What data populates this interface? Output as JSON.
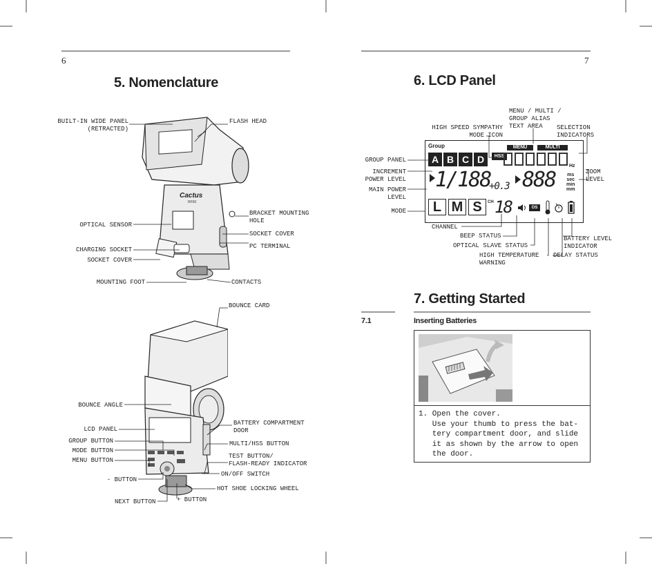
{
  "left_page": {
    "page_number": "6",
    "section_title": "5.  Nomenclature",
    "figure1_labels": {
      "built_in_wide_panel": "BUILT-IN WIDE PANEL\n(RETRACTED)",
      "flash_head": "FLASH HEAD",
      "optical_sensor": "OPTICAL SENSOR",
      "bracket_mounting_hole": "BRACKET MOUNTING\nHOLE",
      "socket_cover_right": "SOCKET COVER",
      "charging_socket": "CHARGING SOCKET",
      "pc_terminal": "PC TERMINAL",
      "socket_cover_left": "SOCKET COVER",
      "mounting_foot": "MOUNTING FOOT",
      "contacts": "CONTACTS"
    },
    "figure1_brand": {
      "brand": "Cactus",
      "model": "RF60"
    },
    "figure2_labels": {
      "bounce_card": "BOUNCE CARD",
      "bounce_angle": "BOUNCE ANGLE",
      "battery_compartment_door": "BATTERY COMPARTMENT\nDOOR",
      "lcd_panel": "LCD PANEL",
      "multi_hss_button": "MULTI/HSS BUTTON",
      "group_button": "GROUP BUTTON",
      "mode_button": "MODE BUTTON",
      "test_button": "TEST BUTTON/\nFLASH-READY INDICATOR",
      "menu_button": "MENU BUTTON",
      "on_off_switch": "ON/OFF SWITCH",
      "minus_button": "- BUTTON",
      "hot_shoe_locking_wheel": "HOT SHOE LOCKING WHEEL",
      "next_button": "NEXT BUTTON",
      "plus_button": "+ BUTTON"
    }
  },
  "right_page": {
    "page_number": "7",
    "section6_title": "6.  LCD Panel",
    "lcd_labels": {
      "menu_multi_group": "MENU / MULTI /\nGROUP ALIAS\nTEXT AREA",
      "high_speed_sympathy": "HIGH SPEED SYMPATHY\nMODE ICON",
      "selection_indicators": "SELECTION\nINDICATORS",
      "group_panel": "GROUP PANEL",
      "increment_power_level": "INCREMENT\nPOWER LEVEL",
      "zoom_level": "ZOOM\nLEVEL",
      "main_power_level": "MAIN POWER\nLEVEL",
      "mode": "MODE",
      "channel": "CHANNEL",
      "beep_status": "BEEP STATUS",
      "battery_level_indicator": "BATTERY LEVEL\nINDICATOR",
      "optical_slave_status": "OPTICAL SLAVE STATUS",
      "high_temperature_warning": "HIGH TEMPERATURE\nWARNING",
      "delay_status": "DELAY STATUS"
    },
    "lcd_display": {
      "group_word": "Group",
      "group_letters": [
        "A",
        "B",
        "C",
        "D"
      ],
      "menu_tag": "MENU",
      "multi_tag": "MULTI",
      "hss_tag": "HSS",
      "hz_unit": "Hz",
      "main_power": "1/188",
      "increment": "+0.3",
      "zoom": "888",
      "units": [
        "ms",
        "sec",
        "min",
        "mm"
      ],
      "modes": [
        "L",
        "M",
        "S"
      ],
      "ch_label": "CH",
      "channel_value": "18",
      "os_tag": "OS"
    },
    "section7_title": "7.  Getting Started",
    "subsection_number": "7.1",
    "subsection_title": "Inserting Batteries",
    "step1": "1. Open the cover.\n   Use your thumb to press the bat-\n   tery compartment door, and slide\n   it as shown by the arrow to open\n   the door."
  }
}
